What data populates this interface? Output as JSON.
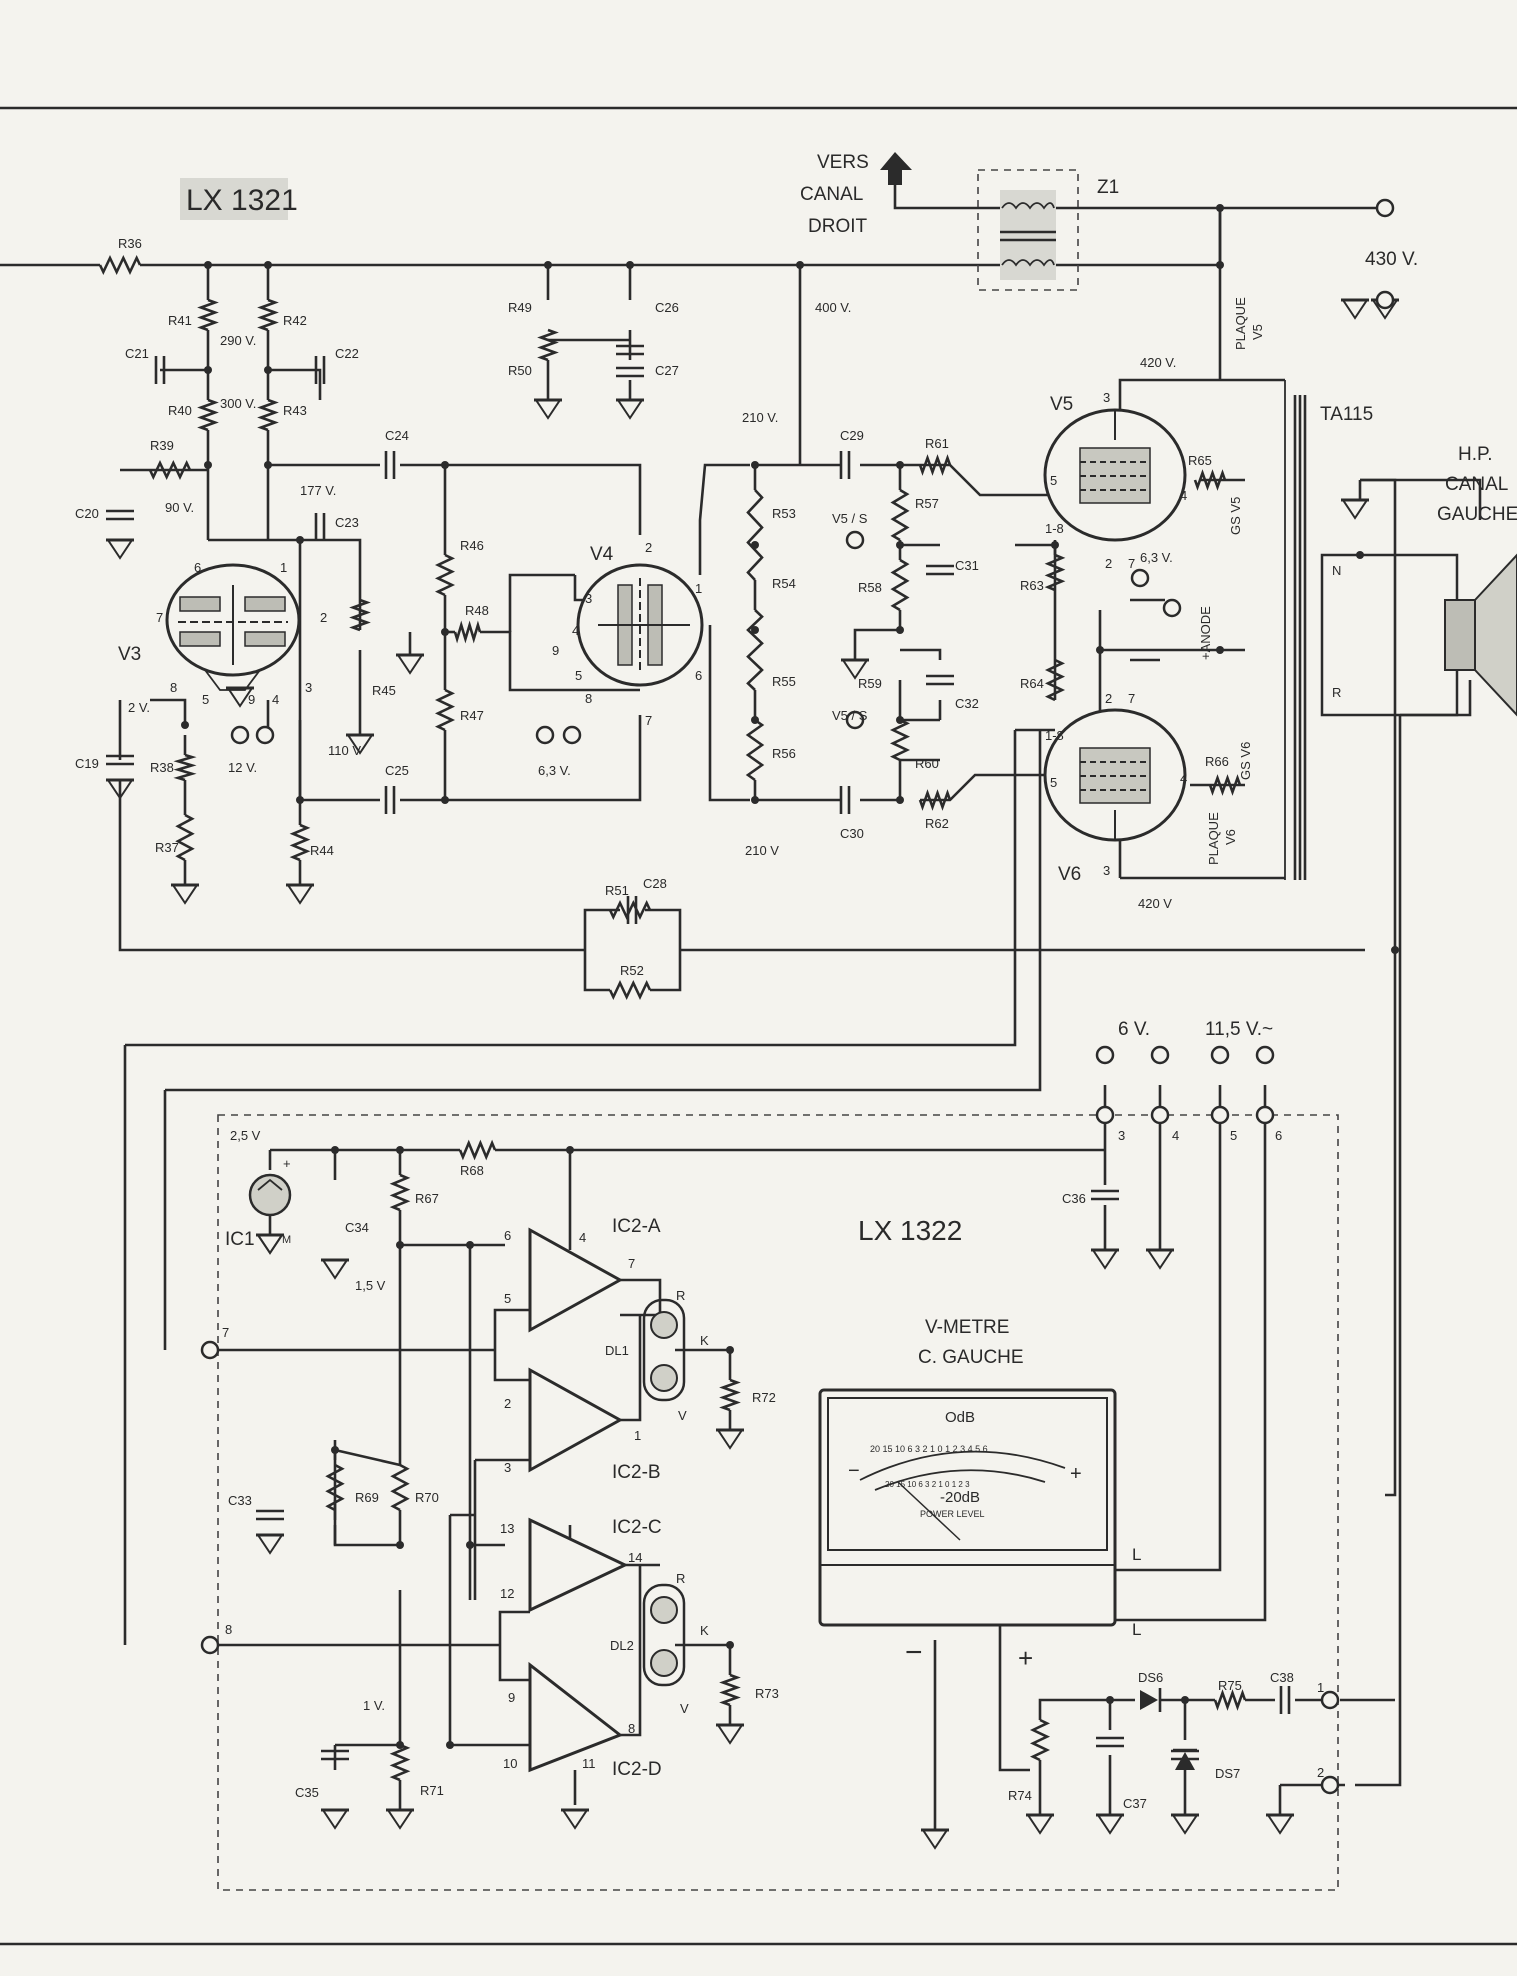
{
  "boards": {
    "top": "LX 1321",
    "bottom": "LX 1322"
  },
  "top": {
    "vers": "VERS",
    "canal": "CANAL",
    "droit": "DROIT",
    "z1": "Z1",
    "v430": "430 V.",
    "v400": "400 V.",
    "v420a": "420 V.",
    "v420b": "420 V",
    "plaque_v5a": "PLAQUE",
    "plaque_v5b": "V5",
    "plaque_v6a": "PLAQUE",
    "plaque_v6b": "V6",
    "ta": "TA115",
    "hp1": "H.P.",
    "hp2": "CANAL",
    "hp3": "GAUCHE",
    "gs_v5": "GS V5",
    "gs_v6": "GS V6",
    "anode": "+ANODE",
    "v63a": "6,3 V.",
    "n": "N",
    "r": "R"
  },
  "resistors": {
    "r36": "R36",
    "r37": "R37",
    "r38": "R38",
    "r39": "R39",
    "r40": "R40",
    "r41": "R41",
    "r42": "R42",
    "r43": "R43",
    "r44": "R44",
    "r45": "R45",
    "r46": "R46",
    "r47": "R47",
    "r48": "R48",
    "r49": "R49",
    "r50": "R50",
    "r51": "R51",
    "r52": "R52",
    "r53": "R53",
    "r54": "R54",
    "r55": "R55",
    "r56": "R56",
    "r57": "R57",
    "r58": "R58",
    "r59": "R59",
    "r60": "R60",
    "r61": "R61",
    "r62": "R62",
    "r63": "R63",
    "r64": "R64",
    "r65": "R65",
    "r66": "R66",
    "r67": "R67",
    "r68": "R68",
    "r69": "R69",
    "r70": "R70",
    "r71": "R71",
    "r72": "R72",
    "r73": "R73",
    "r74": "R74",
    "r75": "R75"
  },
  "capacitors": {
    "c19": "C19",
    "c20": "C20",
    "c21": "C21",
    "c22": "C22",
    "c23": "C23",
    "c24": "C24",
    "c25": "C25",
    "c26": "C26",
    "c27": "C27",
    "c28": "C28",
    "c29": "C29",
    "c30": "C30",
    "c31": "C31",
    "c32": "C32",
    "c33": "C33",
    "c34": "C34",
    "c35": "C35",
    "c36": "C36",
    "c37": "C37",
    "c38": "C38"
  },
  "tubes": {
    "v3": "V3",
    "v4": "V4",
    "v5": "V5",
    "v6": "V6"
  },
  "voltages": {
    "v290": "290 V.",
    "v300": "300 V.",
    "v90": "90 V.",
    "v177": "177 V.",
    "v2": "2 V.",
    "v110": "110 V",
    "v12": "12 V.",
    "v63": "6,3 V.",
    "v210a": "210 V.",
    "v210b": "210 V",
    "v6": "6 V.",
    "v115": "11,5 V.~",
    "v25": "2,5 V",
    "v15": "1,5 V",
    "v1": "1 V."
  },
  "pins": {
    "p1": "1",
    "p2": "2",
    "p3": "3",
    "p4": "4",
    "p5": "5",
    "p6": "6",
    "p7": "7",
    "p8": "8",
    "p9": "9",
    "p10": "10",
    "p11": "11",
    "p12": "12",
    "p13": "13",
    "p14": "14",
    "p18": "1-8",
    "pv": "V",
    "pk": "K",
    "pr": "R",
    "pm": "M",
    "pl": "L"
  },
  "misc": {
    "v5s1": "V5 / S",
    "v5s2": "V5 / S",
    "ic1": "IC1",
    "ic2a": "IC2-A",
    "ic2b": "IC2-B",
    "ic2c": "IC2-C",
    "ic2d": "IC2-D",
    "dl1": "DL1",
    "dl2": "DL2",
    "ds6": "DS6",
    "ds7": "DS7",
    "plus": "+",
    "minus": "−"
  },
  "meter": {
    "title1": "V-METRE",
    "title2": "C. GAUCHE",
    "odb": "OdB",
    "m20db": "-20dB",
    "power": "POWER LEVEL",
    "scale_top": "20 15 10  6   3 2 1 0 1 2 3 4 5 6",
    "scale_bot": "20 15 10   6   3 2 1 0 1 2 3"
  }
}
